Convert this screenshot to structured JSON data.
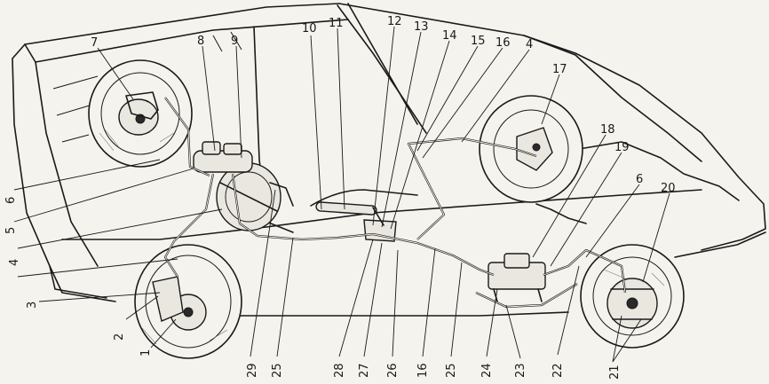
{
  "callouts": {
    "c1": {
      "text": "1"
    },
    "c2": {
      "text": "2"
    },
    "c3": {
      "text": "3"
    },
    "c4a": {
      "text": "4"
    },
    "c4b": {
      "text": "4"
    },
    "c5": {
      "text": "5"
    },
    "c6a": {
      "text": "6"
    },
    "c6b": {
      "text": "6"
    },
    "c7": {
      "text": "7"
    },
    "c8": {
      "text": "8"
    },
    "c9": {
      "text": "9"
    },
    "c10": {
      "text": "10"
    },
    "c11": {
      "text": "11"
    },
    "c12": {
      "text": "12"
    },
    "c13": {
      "text": "13"
    },
    "c14": {
      "text": "14"
    },
    "c15": {
      "text": "15"
    },
    "c16a": {
      "text": "16"
    },
    "c16b": {
      "text": "16"
    },
    "c17": {
      "text": "17"
    },
    "c18": {
      "text": "18"
    },
    "c19": {
      "text": "19"
    },
    "c20": {
      "text": "20"
    },
    "c21": {
      "text": "21"
    },
    "c22": {
      "text": "22"
    },
    "c23": {
      "text": "23"
    },
    "c24": {
      "text": "24"
    },
    "c25a": {
      "text": "25"
    },
    "c25b": {
      "text": "25"
    },
    "c26": {
      "text": "26"
    },
    "c27": {
      "text": "27"
    },
    "c28": {
      "text": "28"
    },
    "c29": {
      "text": "29"
    }
  }
}
